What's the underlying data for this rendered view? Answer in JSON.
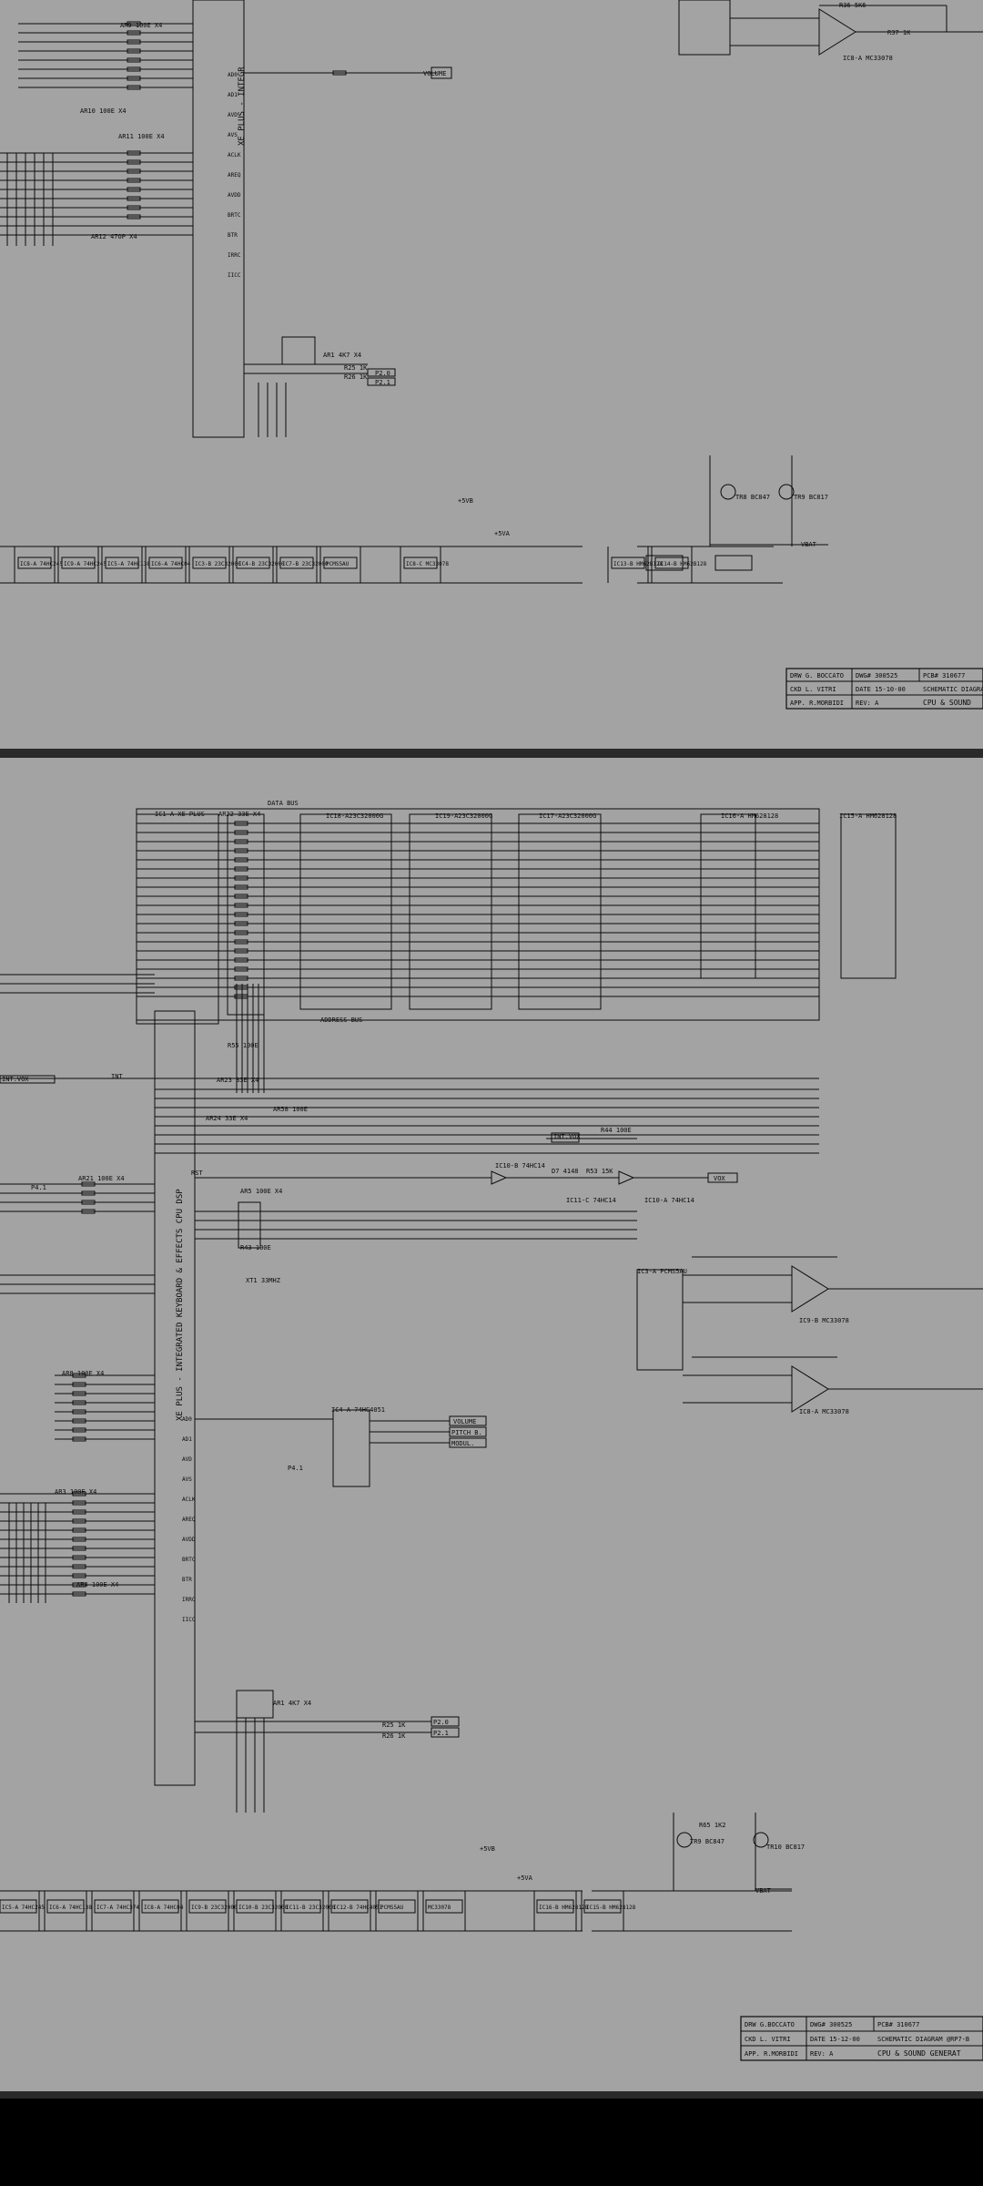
{
  "colors": {
    "sheet": "#a3a3a3",
    "ink": "#0b0b0b",
    "divider": "#2a2a2a",
    "frame": "#000000"
  },
  "sheet1": {
    "labels": {
      "bus_title": "XE PLUS - INTEGR",
      "ar9": "AR9 100E X4",
      "ar10": "AR10 100E X4",
      "ar11": "AR11 100E X4",
      "ar12": "AR12 47OP X4",
      "volume": "VOLUME",
      "p20": "P2.0",
      "p21": "P2.1",
      "ar1": "AR1 4K7 X4",
      "r25": "R25 1K",
      "r26": "R26 1K",
      "svb": "+5VB",
      "sva": "+5VA",
      "vbat": "VBAT",
      "tr8": "TR8 BC847",
      "tr9": "TR9 BC817",
      "r36": "R36 5K6",
      "r37": "R37 1K",
      "ic8a": "IC8-A MC33078",
      "cpu_pins": [
        "AD0",
        "AD1",
        "AVD",
        "AVS",
        "ACLK",
        "AREQ",
        "AVDD",
        "BRTC",
        "BTR",
        "IRRC",
        "IICC"
      ],
      "chips": [
        "IC8-A 74HC245",
        "IC9-A 74HC245",
        "IC5-A 74HC138",
        "IC6-A 74HC04",
        "IC3-B 23C32000",
        "IC4-B 23C32000",
        "IC7-B 23C32000",
        "PCMS5AU",
        "IC8-C MC33078",
        "IC13-B HM62B128",
        "IC14-B HM62B128"
      ]
    },
    "title_block": {
      "drw": "DRW G. BOCCATO",
      "chd": "CKD L. VITRI",
      "app": "APP. R.MORBIDI",
      "dwg": "DWG# 300525",
      "date": "DATE 15-10-00",
      "rev": "REV: A",
      "pcb": "PCB# 310677",
      "desc1": "SCHEMATIC DIAGRAM",
      "desc2": "CPU & SOUND"
    }
  },
  "sheet2": {
    "labels": {
      "data_bus": "DATA BUS",
      "address_bus": "ADDRESS BUS",
      "ic1": "IC1-A XE PLUS",
      "ar22": "AR22 33E X4",
      "ar23": "AR23 33E X4",
      "ar24": "AR24 33E X4",
      "ic18": "IC18-A23C32000G",
      "ic19": "IC19-A23C32000G",
      "ic17": "IC17-A23C32000G",
      "ic16": "IC16-A HM628128",
      "ic15": "IC15-A HM628128",
      "cpu_side": "XE PLUS - INTEGRATED KEYBOARD & EFFECTS CPU DSP",
      "int_vox_left": "INT.VOX",
      "int": "INT",
      "int_vox": "INT.VOX",
      "vox": "VOX",
      "p4": "P4.1",
      "p41": "P4.1",
      "ar21": "AR21 100E X4",
      "ar8": "AR8 100E X4",
      "ar3": "AR3 100E X4",
      "ar4": "AR4 100E X4",
      "r55": "R55 100E",
      "r43": "R43 100E",
      "r44": "R44 100E",
      "xt1": "XT1 33MHZ",
      "ar5": "AR5 100E X4",
      "ar58": "AR58 100E",
      "ic3": "IC3-A PCMS5AU",
      "ic9b": "IC9-B MC33078",
      "ic8b": "IC8-A MC33078",
      "ic4": "IC4-A 74HC4051",
      "volume": "VOLUME",
      "pitch": "PITCH B.",
      "modul": "MODUL.",
      "p20": "P2.0",
      "p21": "P2.1",
      "r25": "R25 1K",
      "r26": "R26 1K",
      "ar1": "AR1 4K7 X4",
      "ic10": "IC10-B 74HC14",
      "ic11": "IC11-C 74HC14",
      "ic10a": "IC10-A 74HC14",
      "r53": "R53 15K",
      "d7": "D7 4148",
      "rst": "RST",
      "svb": "+5VB",
      "sva": "+5VA",
      "vbat": "VBAT",
      "tr9": "TR9 BC847",
      "tr10": "TR10 BC817",
      "r65": "R65 1K2",
      "cpu_pins": [
        "AD0",
        "AD1",
        "AVD",
        "AVS",
        "ACLK",
        "AREQ",
        "AVDD",
        "BRTC",
        "BTR",
        "IRRC",
        "IICC"
      ],
      "chips": [
        "IC5-A 74HC245",
        "IC6-A 74HC138",
        "IC7-A 74HC374",
        "IC8-A 74HC04",
        "IC9-B 23C32000",
        "IC10-B 23C32000",
        "IC11-B 23C32000",
        "IC12-B 74HC4051",
        "PCMS5AU",
        "MC33078",
        "IC16-B HM628128",
        "IC15-B HM628128"
      ]
    },
    "title_block": {
      "drw": "DRW G.BOCCATO",
      "chd": "CKD L. VITRI",
      "app": "APP. R.MORBIDI",
      "dwg": "DWG# 300525",
      "date": "DATE 15-12-00",
      "rev": "REV: A",
      "pcb": "PCB# 310677",
      "desc1": "SCHEMATIC DIAGRAM @RP7-B",
      "desc2": "CPU & SOUND GENERAT"
    }
  }
}
